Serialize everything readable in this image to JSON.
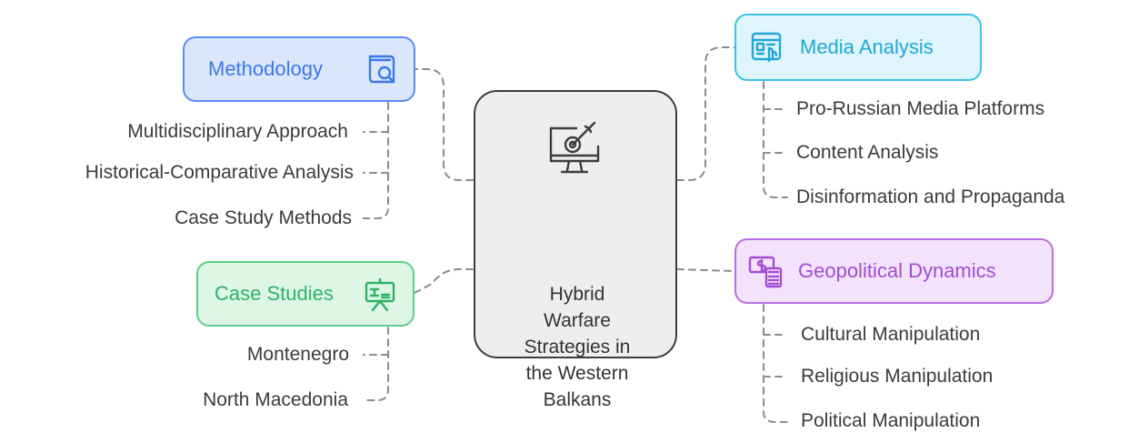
{
  "center": {
    "title_lines": [
      "Hybrid",
      "Warfare",
      "Strategies in",
      "the Western",
      "Balkans"
    ],
    "icon": "monitor-target-icon"
  },
  "colors": {
    "connector": "#8c8c8c",
    "methodology": {
      "fill": "#dbe6fb",
      "border": "#5b8def",
      "text": "#3b78e7"
    },
    "media": {
      "fill": "#dff4fb",
      "border": "#3ec1e6",
      "text": "#22a8d6"
    },
    "case": {
      "fill": "#ddf6e6",
      "border": "#5ccf8a",
      "text": "#2fb267"
    },
    "geo": {
      "fill": "#f3e2fb",
      "border": "#b86fe0",
      "text": "#a34cd3"
    },
    "center": {
      "fill": "#eeeeee",
      "border": "#3d3d3d"
    }
  },
  "branches": {
    "methodology": {
      "label": "Methodology",
      "icon": "book-search-icon",
      "items": [
        "Multidisciplinary Approach",
        "Historical-Comparative Analysis",
        "Case Study Methods"
      ]
    },
    "media": {
      "label": "Media Analysis",
      "icon": "web-browser-click-icon",
      "items": [
        "Pro-Russian Media Platforms",
        "Content Analysis",
        "Disinformation and Propaganda"
      ]
    },
    "case": {
      "label": "Case Studies",
      "icon": "presentation-board-icon",
      "items": [
        "Montenegro",
        "North Macedonia"
      ]
    },
    "geo": {
      "label": "Geopolitical Dynamics",
      "icon": "money-calculator-icon",
      "items": [
        "Cultural Manipulation",
        "Religious Manipulation",
        "Political Manipulation"
      ]
    }
  }
}
